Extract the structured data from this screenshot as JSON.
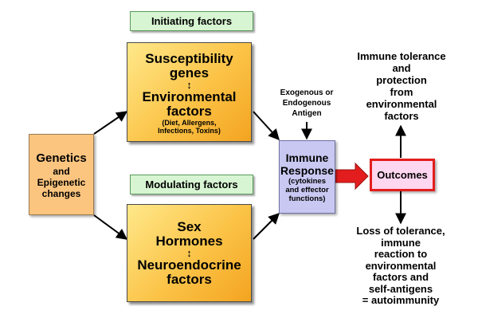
{
  "initiating": {
    "label": "Initiating factors",
    "line1": "Susceptibility",
    "line2": "genes",
    "line3": "Environmental",
    "line4": "factors",
    "detail1": "(Diet, Allergens,",
    "detail2": "Infections, Toxins)"
  },
  "modulating": {
    "label": "Modulating factors",
    "line1": "Sex",
    "line2": "Hormones",
    "line3": "Neuroendocrine",
    "line4": "factors"
  },
  "genetics": {
    "line1": "Genetics",
    "line2": "and",
    "line3": "Epigenetic",
    "line4": "changes"
  },
  "immune": {
    "line1": "Immune",
    "line2": "Response",
    "line3": "(cytokines",
    "line4": "and effector",
    "line5": "functions)"
  },
  "antigen": {
    "line1": "Exogenous or",
    "line2": "Endogenous",
    "line3": "Antigen"
  },
  "outcomes": {
    "label": "Outcomes"
  },
  "tolerance": {
    "lines": [
      "Immune tolerance",
      "and",
      "protection",
      "from",
      "environmental",
      "factors"
    ]
  },
  "loss": {
    "lines": [
      "Loss of tolerance,",
      "immune",
      "reaction to",
      "environmental",
      "factors and",
      "self-antigens",
      "= autoimmunity"
    ]
  },
  "colors": {
    "outcome_border": "#e31d1d",
    "outcome_arrow": "#e31d1d",
    "green_box": "#d7f5d2",
    "immune_box": "#c8c8f2"
  }
}
